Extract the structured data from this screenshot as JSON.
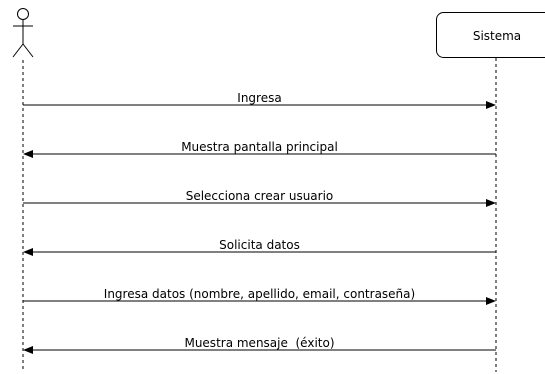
{
  "participants": {
    "actor": {
      "label": "",
      "icon": "stick-figure-icon"
    },
    "system": {
      "label": "Sistema"
    }
  },
  "messages": [
    {
      "text": "Ingresa",
      "direction": "actor-to-system"
    },
    {
      "text": "Muestra pantalla principal",
      "direction": "system-to-actor"
    },
    {
      "text": "Selecciona crear usuario",
      "direction": "actor-to-system"
    },
    {
      "text": "Solicita datos",
      "direction": "system-to-actor"
    },
    {
      "text": "Ingresa datos (nombre, apellido, email, contraseña)",
      "direction": "actor-to-system"
    },
    {
      "text": "Muestra mensaje  (éxito)",
      "direction": "system-to-actor"
    }
  ],
  "colors": {
    "line": "#000000",
    "box_border": "#000000",
    "background": "#ffffff"
  }
}
